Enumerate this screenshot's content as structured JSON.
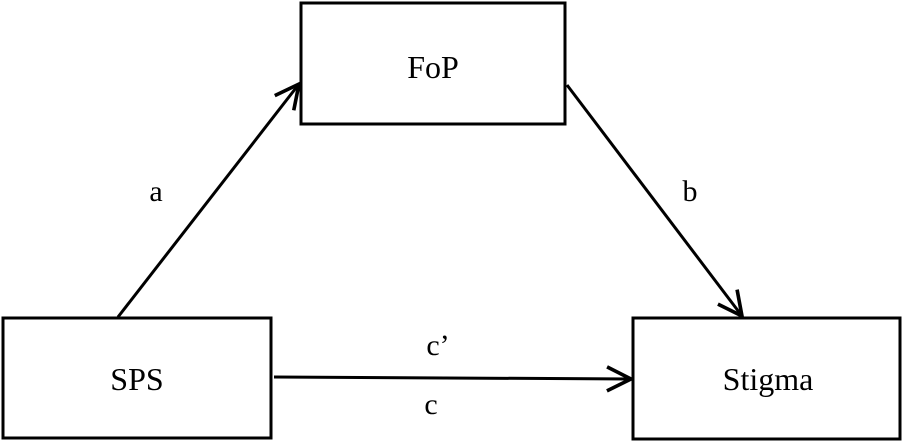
{
  "nodes": {
    "mediator": {
      "label": "FoP"
    },
    "predictor": {
      "label": "SPS"
    },
    "outcome": {
      "label": "Stigma"
    }
  },
  "edges": {
    "a": {
      "label": "a"
    },
    "b": {
      "label": "b"
    },
    "direct": {
      "label_top": "c’",
      "label_bottom": "c"
    }
  },
  "colors": {
    "stroke": "#000000",
    "background": "#ffffff"
  }
}
